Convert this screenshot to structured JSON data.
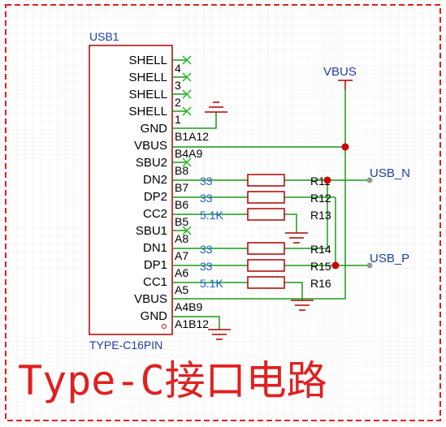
{
  "component": {
    "designator": "USB1",
    "part_name": "TYPE-C16PIN",
    "pins": [
      {
        "label": "SHELL",
        "number": "4"
      },
      {
        "label": "SHELL",
        "number": "3"
      },
      {
        "label": "SHELL",
        "number": "2"
      },
      {
        "label": "SHELL",
        "number": "1"
      },
      {
        "label": "GND",
        "number": "B1A12"
      },
      {
        "label": "VBUS",
        "number": "B4A9"
      },
      {
        "label": "SBU2",
        "number": "B8"
      },
      {
        "label": "DN2",
        "number": "B7"
      },
      {
        "label": "DP2",
        "number": "B6"
      },
      {
        "label": "CC2",
        "number": "B5"
      },
      {
        "label": "SBU1",
        "number": "A8"
      },
      {
        "label": "DN1",
        "number": "A7"
      },
      {
        "label": "DP1",
        "number": "A6"
      },
      {
        "label": "CC1",
        "number": "A5"
      },
      {
        "label": "VBUS",
        "number": "A4B9"
      },
      {
        "label": "GND",
        "number": "A1B12"
      }
    ]
  },
  "resistors": [
    {
      "ref": "R11",
      "value": "33"
    },
    {
      "ref": "R12",
      "value": "33"
    },
    {
      "ref": "R13",
      "value": "5.1K"
    },
    {
      "ref": "R14",
      "value": "33"
    },
    {
      "ref": "R15",
      "value": "33"
    },
    {
      "ref": "R16",
      "value": "5.1K"
    }
  ],
  "nets": {
    "vbus": "VBUS",
    "usb_n": "USB_N",
    "usb_p": "USB_P"
  },
  "title": "Type-C接口电路",
  "colors": {
    "wire": "#1a9a1a",
    "body": "#b00000",
    "junction": "#cc0000",
    "nc_mark": "#22bb22",
    "border": "#e02020",
    "grid": "#e8e8e8",
    "title": "#e02020"
  }
}
